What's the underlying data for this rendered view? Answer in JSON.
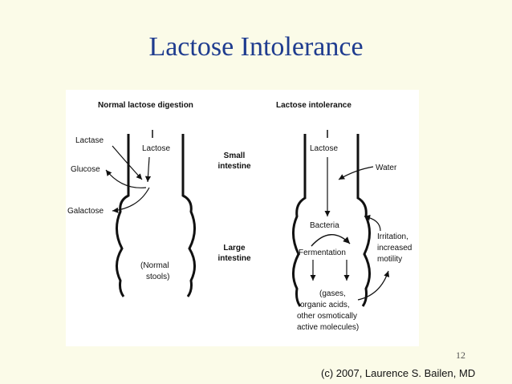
{
  "slide": {
    "title": "Lactose Intolerance",
    "slide_number": "12",
    "copyright": "(c) 2007, Laurence S. Bailen, MD"
  },
  "diagram": {
    "left_heading": "Normal lactose digestion",
    "right_heading": "Lactose intolerance",
    "middle_labels": {
      "small_1": "Small",
      "small_2": "intestine",
      "large_1": "Large",
      "large_2": "intestine"
    },
    "normal": {
      "lactase": "Lactase",
      "lactose": "Lactose",
      "glucose": "Glucose",
      "galactose": "Galactose",
      "stools_1": "(Normal",
      "stools_2": "stools)"
    },
    "intolerance": {
      "lactose": "Lactose",
      "water": "Water",
      "bacteria": "Bacteria",
      "fermentation": "Fermentation",
      "irritation_1": "Irritation,",
      "irritation_2": "increased",
      "irritation_3": "motility",
      "products_1": "(gases,",
      "products_2": "organic acids,",
      "products_3": "other osmotically",
      "products_4": "active molecules)"
    }
  }
}
